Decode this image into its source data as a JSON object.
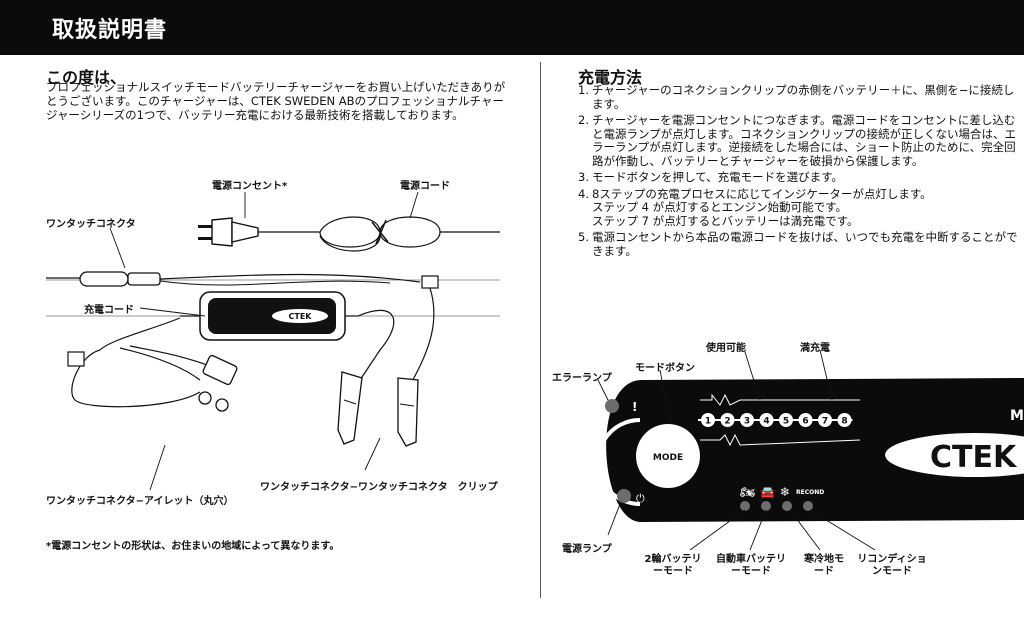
{
  "header": {
    "title": "取扱説明書"
  },
  "intro": {
    "title": "この度は、",
    "body": "プロフェッショナルスイッチモードバッテリーチャージャーをお買い上げいただきありがとうございます。このチャージャーは、CTEK SWEDEN ABのプロフェッショナルチャージャーシリーズの1つで、バッテリー充電における最新技術を搭載しております。"
  },
  "diagram": {
    "labels": {
      "outlet": "電源コンセント*",
      "power_cord": "電源コード",
      "one_touch_connector": "ワンタッチコネクタ",
      "charge_cord": "充電コード",
      "eyelet_connector": "ワンタッチコネクタ−アイレット（丸穴）",
      "clip_connector": "ワンタッチコネクタ−ワンタッチコネクタ　クリップ"
    },
    "charger_brand": "CTEK",
    "note": "*電源コンセントの形状は、お住まいの地域によって異なります。"
  },
  "charging": {
    "title": "充電方法",
    "steps": [
      {
        "num": "1.",
        "lines": [
          "チャージャーのコネクションクリップの赤側をバッテリー＋に、黒側を−に接続します。"
        ]
      },
      {
        "num": "2.",
        "lines": [
          "チャージャーを電源コンセントにつなぎます。電源コードをコンセントに差し込むと電源ランプが点灯します。コネクションクリップの接続が正しくない場合は、エラーランプが点灯します。逆接続をした場合には、ショート防止のために、完全回路が作動し、バッテリーとチャージャーを破損から保護します。"
        ]
      },
      {
        "num": "3.",
        "lines": [
          "モードボタンを押して、充電モードを選びます。"
        ]
      },
      {
        "num": "4.",
        "lines": [
          "8ステップの充電プロセスに応じてインジケーターが点灯します。",
          "ステップ 4 が点灯するとエンジン始動可能です。",
          "ステップ 7 が点灯するとバッテリーは満充電です。"
        ]
      },
      {
        "num": "5.",
        "lines": [
          "電源コンセントから本品の電源コードを抜けば、いつでも充電を中断することができます。"
        ]
      }
    ]
  },
  "panel": {
    "labels": {
      "error_lamp": "エラーランプ",
      "mode_button": "モードボタン",
      "usable": "使用可能",
      "full_charge": "満充電",
      "power_lamp": "電源ランプ",
      "motorcycle_mode": "2輪バッテリーモード",
      "car_mode": "自動車バッテリーモード",
      "cold_mode": "寒冷地モード",
      "recond_mode": "リコンディショ ンモード"
    },
    "mode_button_text": "MODE",
    "recond_text": "RECOND",
    "step_numbers": [
      "1",
      "2",
      "3",
      "4",
      "5",
      "6",
      "7",
      "8"
    ],
    "brand": "CTEK",
    "model_initial": "M"
  }
}
